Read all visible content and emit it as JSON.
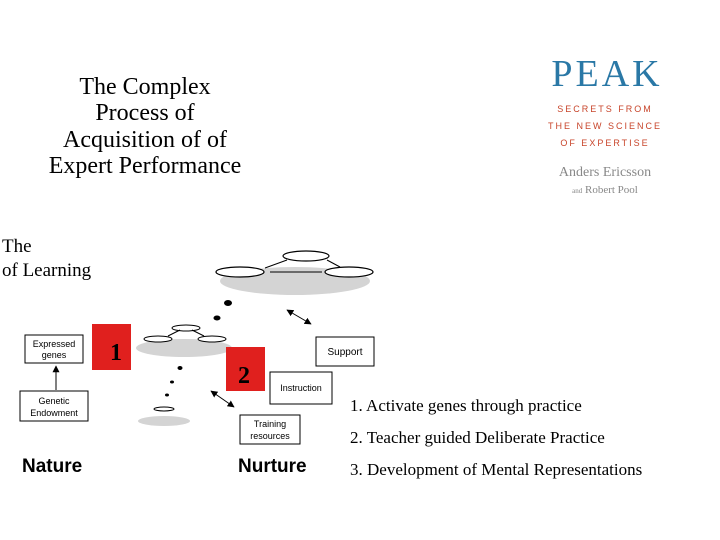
{
  "title": "The Complex Process of Acquisition of of Expert Performance",
  "book": {
    "logo_text": "PEAK",
    "subtitle_lines": [
      "SECRETS FROM",
      "THE NEW SCIENCE",
      "OF EXPERTISE"
    ],
    "author": "Anders Ericsson",
    "coauthor_prefix": "and",
    "coauthor": "Robert Pool",
    "accent_color": "#2a78a6",
    "subtitle_color": "#c8452b"
  },
  "diagram": {
    "heading_line1": "The",
    "heading_line2": "of Learning",
    "box_expressed_line1": "Expressed",
    "box_expressed_line2": "genes",
    "box_genetic_line1": "Genetic",
    "box_genetic_line2": "Endowment",
    "box_support": "Support",
    "box_instruction": "Instruction",
    "box_training_line1": "Training",
    "box_training_line2": "resources",
    "marker_1": "1",
    "marker_2": "2",
    "nature_label": "Nature",
    "nurture_label": "Nurture",
    "marker_color": "#e0201e"
  },
  "list": [
    "1.  Activate genes through practice",
    "2. Teacher guided Deliberate Practice",
    "3. Development of Mental Representations"
  ]
}
